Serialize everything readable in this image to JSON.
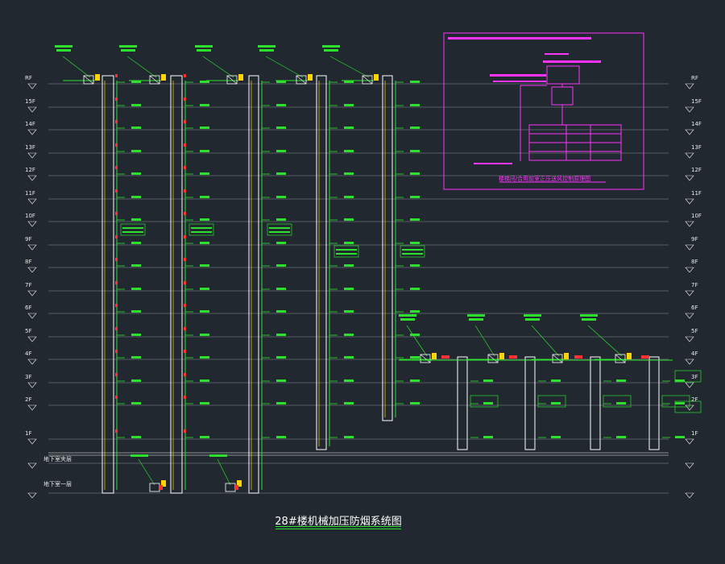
{
  "drawing": {
    "title": "28#楼机械加压防烟系统图",
    "floors_left": [
      "RF",
      "15F",
      "14F",
      "13F",
      "12F",
      "11F",
      "10F",
      "9F",
      "8F",
      "7F",
      "6F",
      "5F",
      "4F",
      "3F",
      "2F",
      "1F"
    ],
    "floors_right": [
      "RF",
      "15F",
      "14F",
      "13F",
      "12F",
      "11F",
      "10F",
      "9F",
      "8F",
      "7F",
      "6F",
      "5F",
      "4F",
      "3F",
      "2F",
      "1F"
    ],
    "basement_labels": [
      "地下室夹层",
      "地下室一层"
    ],
    "inset_caption": "楼梯间/合用前室正压送风控制原理图"
  },
  "colors": {
    "background": "#212830",
    "duct_white": "#ffffff",
    "pipe_green": "#2ee02e",
    "equipment_yellow": "#ffd400",
    "accent_red": "#ff3030",
    "control_magenta": "#ff33ff",
    "level_line": "#8a8f96"
  }
}
